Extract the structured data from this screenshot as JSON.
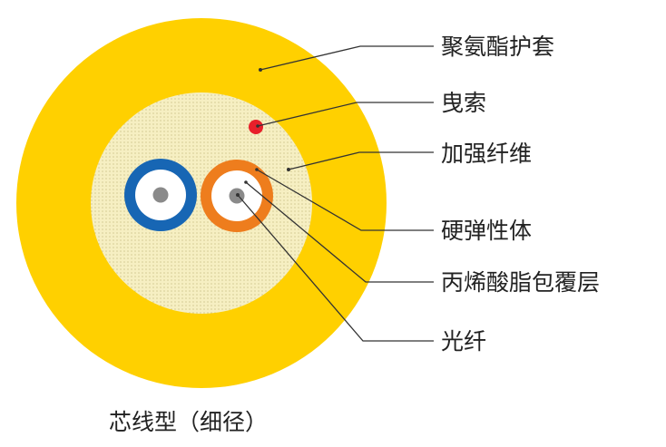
{
  "labels": {
    "sheath": "聚氨酯护套",
    "ripcord": "曳索",
    "strength_fiber": "加强纤维",
    "tight_buffer": "硬弹性体",
    "acrylate_coating": "丙烯酸脂包覆层",
    "optical_fiber": "光纤"
  },
  "caption": "芯线型（细径）",
  "colors": {
    "sheath": "#ffd000",
    "filler": "#f6efc2",
    "filler_dots": "#a89a5a",
    "fiber_blue": "#1766b4",
    "fiber_orange": "#ee7d1d",
    "core_gray": "#8a8a8a",
    "ripcord_red": "#e8202a",
    "leader_line": "#333333",
    "text": "#222222"
  }
}
